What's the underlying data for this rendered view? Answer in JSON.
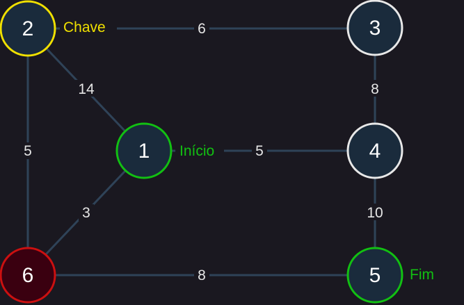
{
  "colors": {
    "background": "#1a1820",
    "edge": "#2f4358",
    "node_fill": "#1a2b3c",
    "node_stroke_default": "#e8e8e8",
    "node_stroke_key": "#f0e000",
    "node_stroke_green": "#12c012",
    "node_stroke_red": "#cc1010",
    "node_fill_red": "#3a0010",
    "tag_key": "#f0e000",
    "tag_green": "#12c012"
  },
  "nodes": [
    {
      "id": "2",
      "label": "2",
      "role": "key"
    },
    {
      "id": "3",
      "label": "3",
      "role": "default"
    },
    {
      "id": "1",
      "label": "1",
      "role": "start"
    },
    {
      "id": "4",
      "label": "4",
      "role": "default"
    },
    {
      "id": "6",
      "label": "6",
      "role": "blocked"
    },
    {
      "id": "5",
      "label": "5",
      "role": "end"
    }
  ],
  "tags": {
    "key": "Chave",
    "start": "Início",
    "end": "Fim"
  },
  "edges": [
    {
      "from": "2",
      "to": "3",
      "weight": "6"
    },
    {
      "from": "2",
      "to": "1",
      "weight": "14"
    },
    {
      "from": "2",
      "to": "6",
      "weight": "5"
    },
    {
      "from": "3",
      "to": "4",
      "weight": "8"
    },
    {
      "from": "1",
      "to": "4",
      "weight": "5"
    },
    {
      "from": "1",
      "to": "6",
      "weight": "3"
    },
    {
      "from": "4",
      "to": "5",
      "weight": "10"
    },
    {
      "from": "6",
      "to": "5",
      "weight": "8"
    }
  ]
}
